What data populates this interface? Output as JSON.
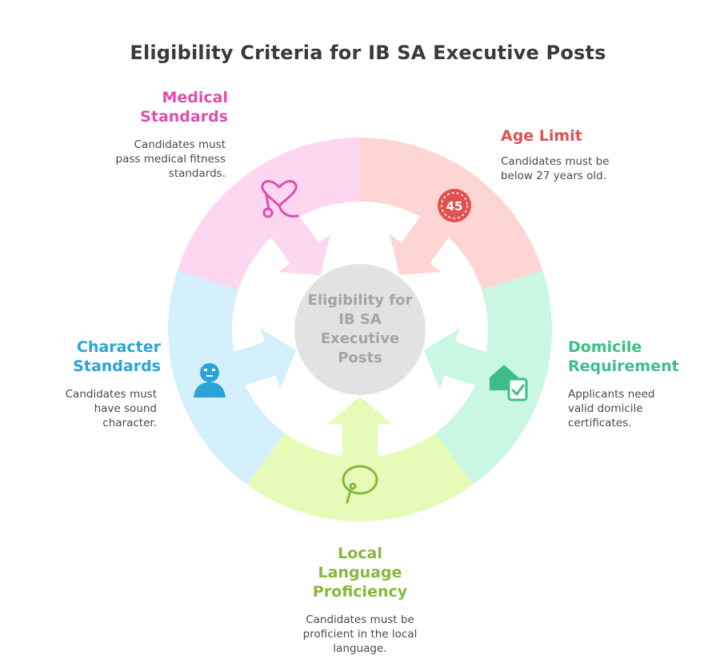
{
  "title": "Eligibility Criteria for IB SA Executive Posts",
  "center": {
    "text": "Eligibility for IB SA Executive Posts"
  },
  "segments": {
    "age": {
      "title": "Age Limit",
      "description": "Candidates must be below 27 years old.",
      "icon": "clock-45-icon",
      "icon_text": "45",
      "color": "#e05252",
      "fill": "#fdd6d4"
    },
    "domicile": {
      "title": "Domicile Requirement",
      "description": "Applicants need valid domicile certificates.",
      "icon": "house-check-icon",
      "color": "#3cbf86",
      "fill": "#c9f7e3"
    },
    "language": {
      "title": "Local Language Proficiency",
      "description": "Candidates must be proficient in the local language.",
      "icon": "speech-bubble-icon",
      "color": "#86b83c",
      "fill": "#e6fbb8"
    },
    "character": {
      "title": "Character Standards",
      "description": "Candidates must have sound character.",
      "icon": "person-icon",
      "color": "#2ba3d8",
      "fill": "#d3f0fc"
    },
    "medical": {
      "title": "Medical Standards",
      "description": "Candidates must pass medical fitness standards.",
      "icon": "heart-stethoscope-icon",
      "color": "#dd4fae",
      "fill": "#fdd6ef"
    }
  }
}
